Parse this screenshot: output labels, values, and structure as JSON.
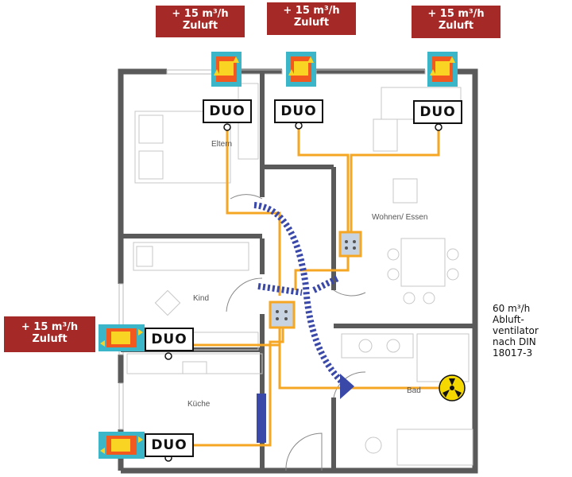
{
  "supply_badges": [
    {
      "line1": "+ 15 m³/h",
      "line2": "Zuluft"
    },
    {
      "line1": "+ 15 m³/h",
      "line2": "Zuluft"
    },
    {
      "line1": "+ 15 m³/h",
      "line2": "Zuluft"
    },
    {
      "line1": "+ 15 m³/h",
      "line2": "Zuluft"
    }
  ],
  "duo_units": [
    "DUO",
    "DUO",
    "DUO",
    "DUO",
    "DUO"
  ],
  "rooms": {
    "eltern": "Eltern",
    "wohnen": "Wohnen/ Essen",
    "kind": "Kind",
    "kueche": "Küche",
    "bad": "Bad"
  },
  "exhaust_note": {
    "line1": "60 m³/h",
    "line2": "Abluft-",
    "line3": "ventilator",
    "line4": "nach DIN",
    "line5": "18017-3"
  },
  "colors": {
    "badge_bg": "#a52a27",
    "duct": "#f5a623",
    "wall": "#555555",
    "airflow": "#3a48a8",
    "fan": "#f5d800"
  }
}
